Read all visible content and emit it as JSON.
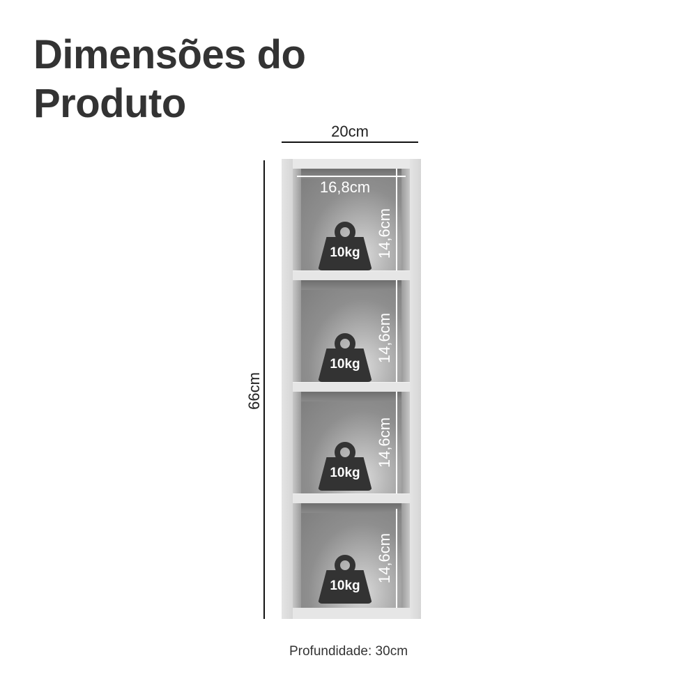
{
  "title": {
    "line1": "Dimensões do",
    "line2": "Produto"
  },
  "dimensions": {
    "width": "20cm",
    "height": "66cm",
    "inner_width": "16,8cm",
    "depth": "Profundidade: 30cm"
  },
  "compartments": [
    {
      "height_label": "14,6cm",
      "weight_label": "10kg",
      "icon": "weight-icon"
    },
    {
      "height_label": "14,6cm",
      "weight_label": "10kg",
      "icon": "weight-icon"
    },
    {
      "height_label": "14,6cm",
      "weight_label": "10kg",
      "icon": "weight-icon"
    },
    {
      "height_label": "14,6cm",
      "weight_label": "10kg",
      "icon": "weight-icon"
    }
  ],
  "colors": {
    "title": "#333333",
    "weight": "#333333",
    "cabinet": "#dcdcdc"
  }
}
